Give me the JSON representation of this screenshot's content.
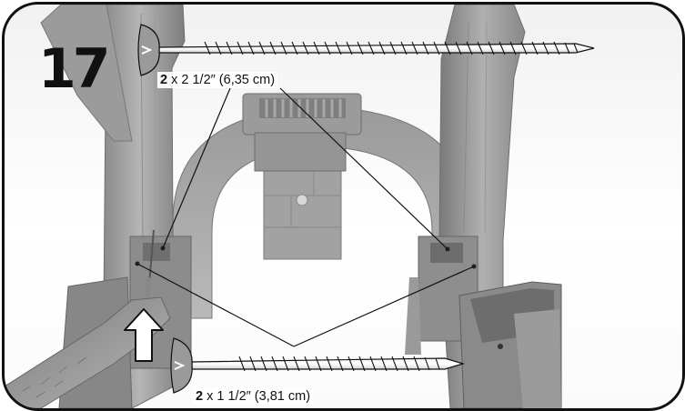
{
  "step": {
    "number": "17"
  },
  "screws": [
    {
      "quantity": "2",
      "size": "x 2 1/2″ (6,35 cm)",
      "type": "long"
    },
    {
      "quantity": "2",
      "size": "x 1 1/2″ (3,81 cm)",
      "type": "short"
    }
  ]
}
